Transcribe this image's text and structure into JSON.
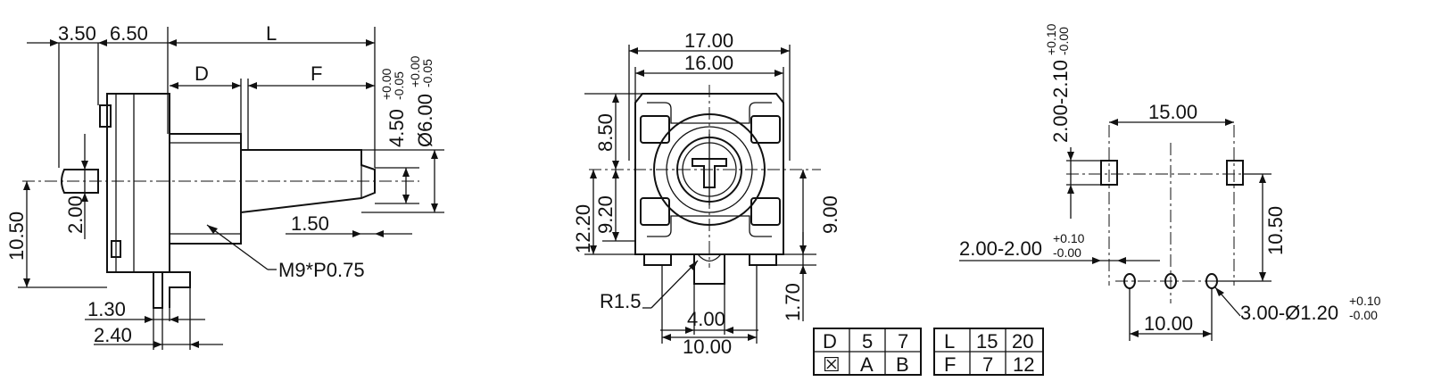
{
  "side_view": {
    "dim_3_50": "3.50",
    "dim_6_50": "6.50",
    "dim_L": "L",
    "dim_D": "D",
    "dim_F": "F",
    "dim_4_50": "4.50",
    "tol_4_50_upper": "+0.00",
    "tol_4_50_lower": "-0.05",
    "dim_6_00": "Ø6.00",
    "tol_6_00_upper": "+0.00",
    "tol_6_00_lower": "-0.05",
    "dim_1_50": "1.50",
    "dim_10_50": "10.50",
    "dim_2_00": "2.00",
    "thread_label": "M9*P0.75",
    "dim_1_30": "1.30",
    "dim_2_40": "2.40"
  },
  "front_view": {
    "dim_17_00": "17.00",
    "dim_16_00": "16.00",
    "dim_8_50": "8.50",
    "dim_9_20": "9.20",
    "dim_12_20": "12.20",
    "dim_9_00": "9.00",
    "dim_1_70": "1.70",
    "radius_label": "R1.5",
    "dim_4_00": "4.00",
    "dim_10_00": "10.00"
  },
  "pcb_layout": {
    "dim_2_00_2_10": "2.00-2.10",
    "tol_2_10_upper": "+0.10",
    "tol_2_10_lower": "-0.00",
    "dim_15_00": "15.00",
    "dim_2_00_2_00": "2.00-2.00",
    "tol_2_00_upper": "+0.10",
    "tol_2_00_lower": "-0.00",
    "dim_10_50": "10.50",
    "dim_10_00": "10.00",
    "hole_label": "3.00-Ø1.20",
    "tol_hole_upper": "+0.10",
    "tol_hole_lower": "-0.00"
  },
  "tables": {
    "table_d": [
      [
        "D",
        "5",
        "7"
      ],
      [
        "☒",
        "A",
        "B"
      ]
    ],
    "table_l": [
      [
        "L",
        "15",
        "20"
      ],
      [
        "F",
        "7",
        "12"
      ]
    ]
  }
}
